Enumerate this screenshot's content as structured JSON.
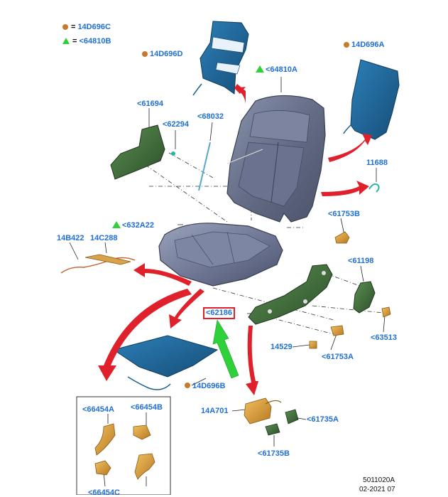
{
  "legend": {
    "dot_symbol_label": "14D696C",
    "triangle_symbol_label": "<64810B",
    "equals": "="
  },
  "parts": {
    "l_14D696C_top": "14D696C",
    "l_14D696D": "14D696D",
    "l_14D696A": "14D696A",
    "l_64810A": "<64810A",
    "l_61694": "<61694",
    "l_62294": "<62294",
    "l_68032": "<68032",
    "l_11688": "11688",
    "l_61753B": "<61753B",
    "l_632A22": "<632A22",
    "l_14B422": "14B422",
    "l_14C288": "14C288",
    "l_61198": "<61198",
    "l_62186": "<62186",
    "l_63513": "<63513",
    "l_14529": "14529",
    "l_61753A": "<61753A",
    "l_14D696B": "14D696B",
    "l_14A701": "14A701",
    "l_61735A": "<61735A",
    "l_61735B": "<61735B",
    "l_66454A": "<66454A",
    "l_66454B": "<66454B",
    "l_66454C": "<66454C"
  },
  "reference": {
    "diagram_id": "5011020A",
    "date": "02-2021 07"
  },
  "colors": {
    "label_blue": "#1f6fd6",
    "arrow_red": "#e0202a",
    "arrow_green": "#2fd13a",
    "foam_gray": "#5f6780",
    "panel_blue": "#1c5f8f",
    "bracket_green": "#3c6b3a",
    "part_orange": "#d89a3a"
  }
}
